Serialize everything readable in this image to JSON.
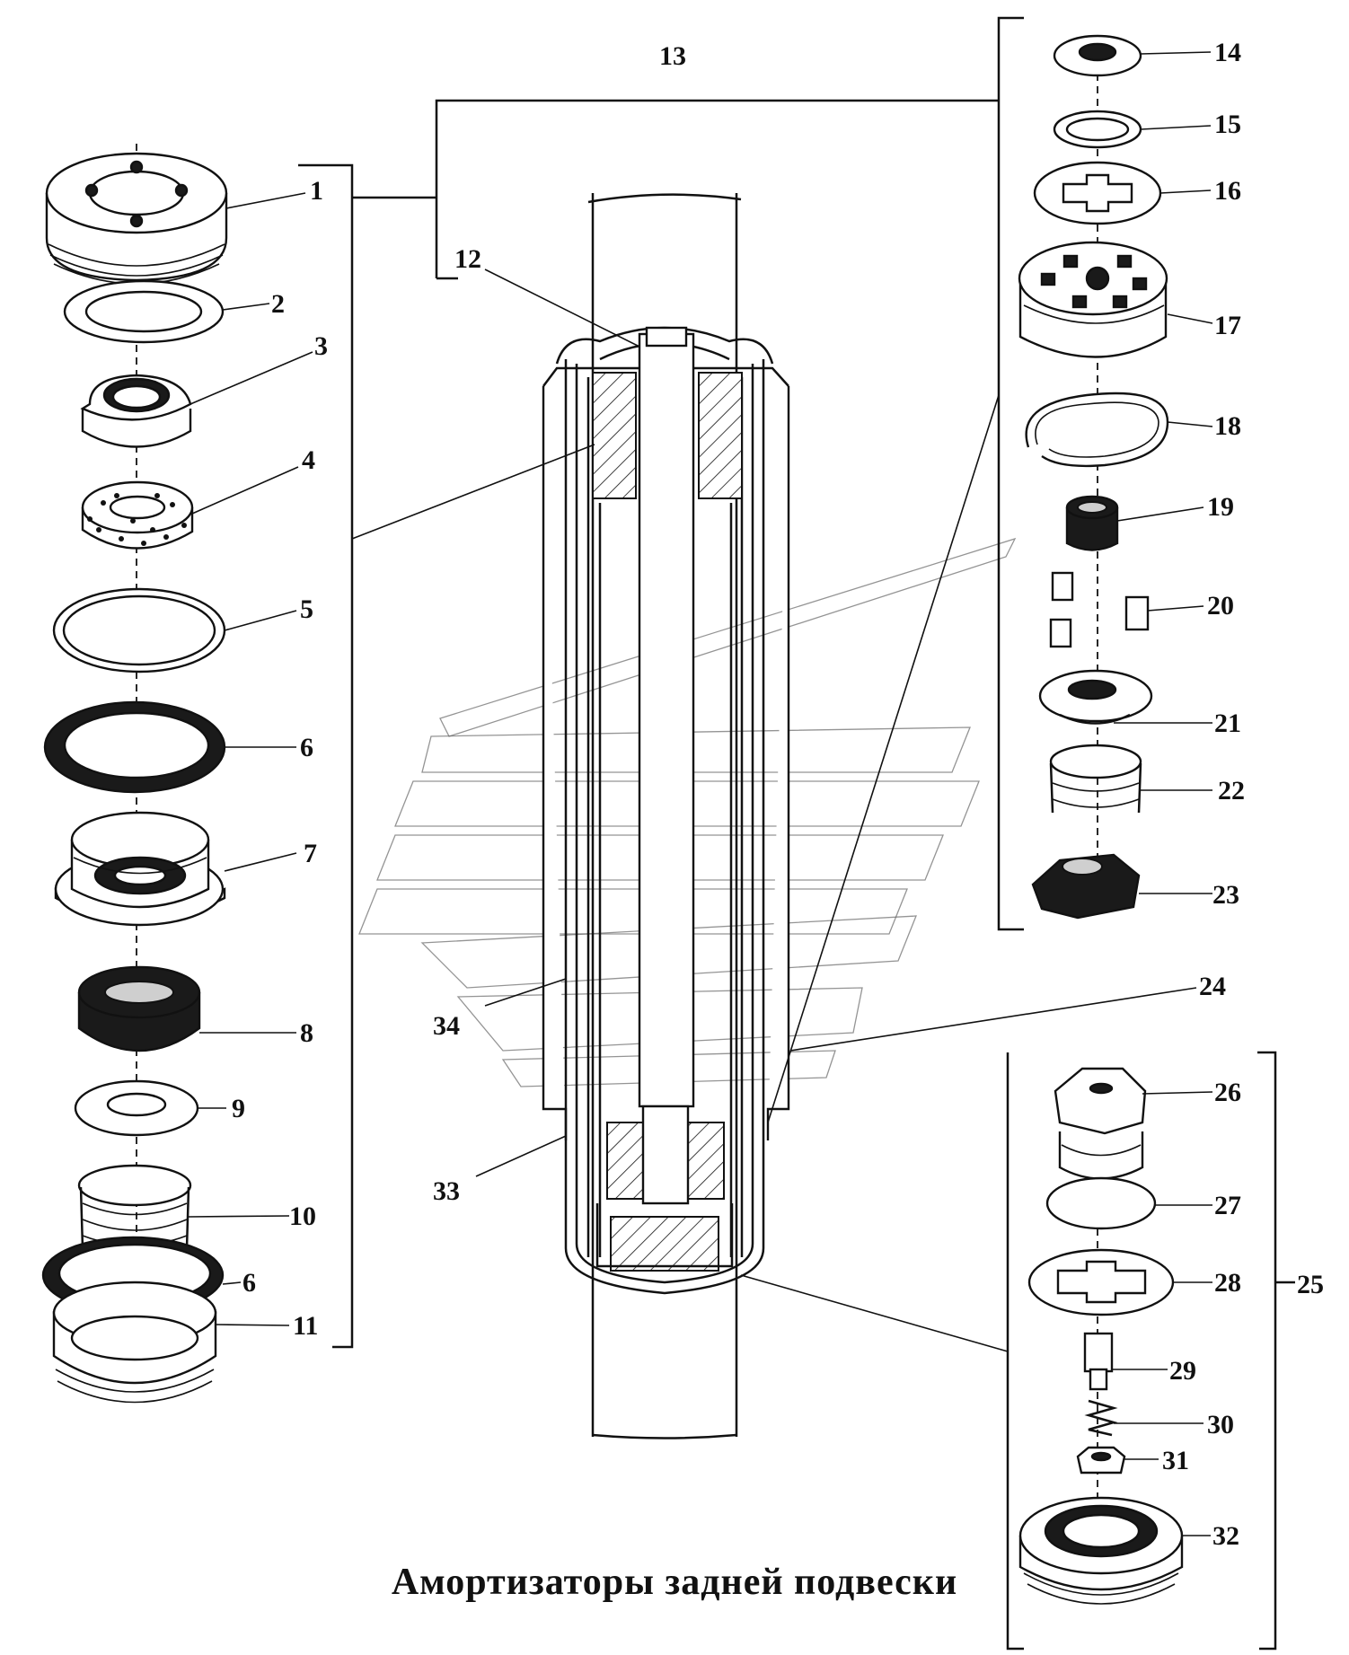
{
  "title": "Амортизаторы задней подвески",
  "callouts": {
    "c1": "1",
    "c2": "2",
    "c3": "3",
    "c4": "4",
    "c5": "5",
    "c6a": "6",
    "c6b": "6",
    "c7": "7",
    "c8": "8",
    "c9": "9",
    "c10": "10",
    "c11": "11",
    "c12": "12",
    "c13": "13",
    "c14": "14",
    "c15": "15",
    "c16": "16",
    "c17": "17",
    "c18": "18",
    "c19": "19",
    "c20": "20",
    "c21": "21",
    "c22": "22",
    "c23": "23",
    "c24": "24",
    "c25": "25",
    "c26": "26",
    "c27": "27",
    "c28": "28",
    "c29": "29",
    "c30": "30",
    "c31": "31",
    "c32": "32",
    "c33": "33",
    "c34": "34"
  }
}
